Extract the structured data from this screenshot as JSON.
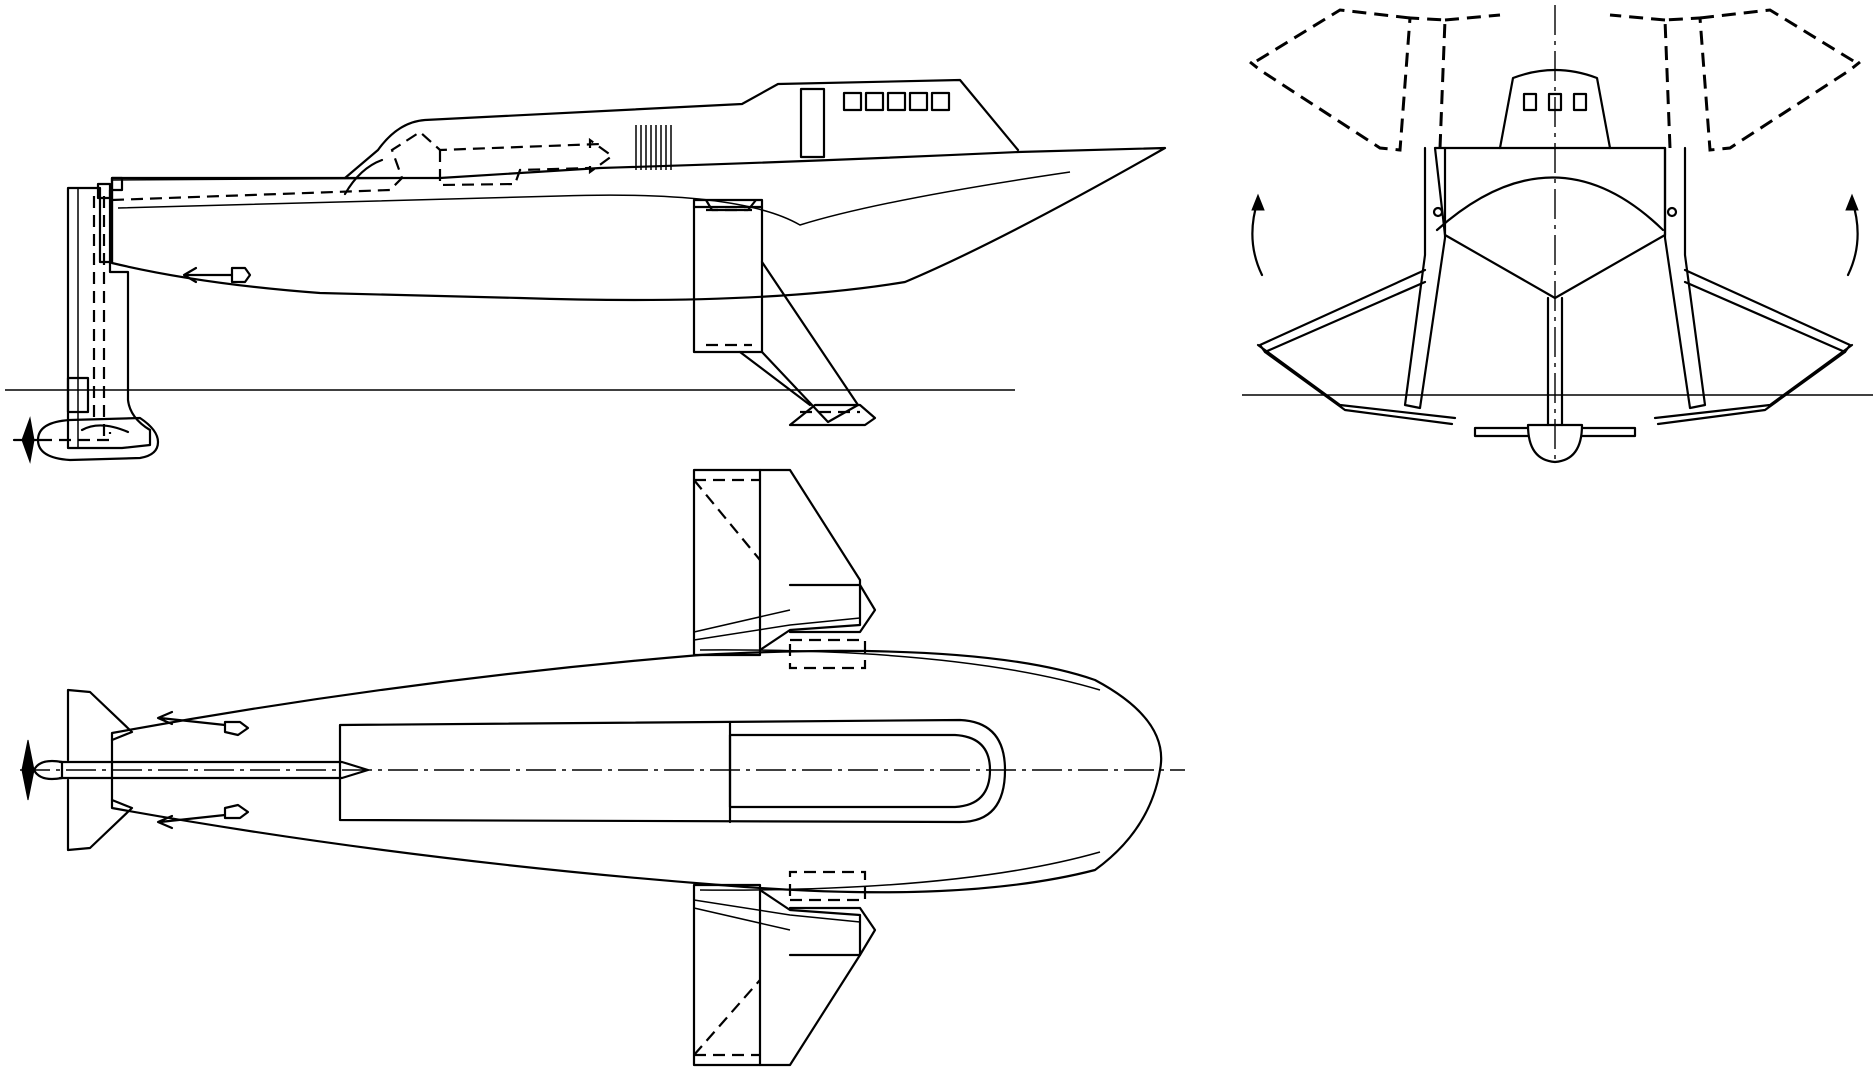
{
  "drawing": {
    "views": [
      "side-view",
      "top-view",
      "front-view"
    ],
    "ink_color": "#000000",
    "paper_color": "#ffffff"
  }
}
